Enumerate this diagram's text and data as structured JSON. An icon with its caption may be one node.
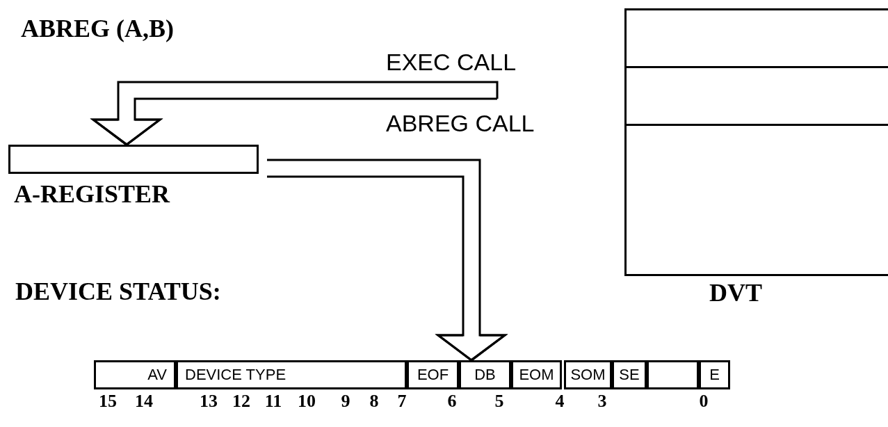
{
  "diagram": {
    "nodes": [
      {
        "text": [
          "A-REGISTER"
        ]
      },
      {
        "text": [
          "AV"
        ]
      },
      {
        "text": [
          "DEVICE TYPE"
        ]
      },
      {
        "text": [
          "EOF"
        ]
      },
      {
        "text": [
          "DB"
        ]
      },
      {
        "text": [
          "EOM"
        ]
      },
      {
        "text": [
          "SOM"
        ]
      },
      {
        "text": [
          "SE"
        ]
      },
      {
        "text": [],
        "shape": "box"
      },
      {
        "text": [
          "E"
        ]
      },
      {
        "text": [
          "DVT"
        ]
      },
      {
        "text": [],
        "shape": "box",
        "in": 10
      },
      {
        "text": [],
        "shape": "box",
        "in": 10
      },
      {
        "text": [],
        "shape": "box",
        "in": 10
      }
    ],
    "edges": [
      {
        "from": null,
        "to": 0,
        "arrow": "to",
        "label": "EXEC CALL"
      },
      {
        "from": 0,
        "to": 4,
        "arrow": "to",
        "label": "ABREG CALL"
      }
    ],
    "labels": [
      "ABREG (A,B)",
      "DEVICE STATUS:",
      "15",
      "14",
      "13",
      "12",
      "11",
      "10",
      "9",
      "8",
      "7",
      "6",
      "5",
      "4",
      "3",
      "0"
    ]
  }
}
